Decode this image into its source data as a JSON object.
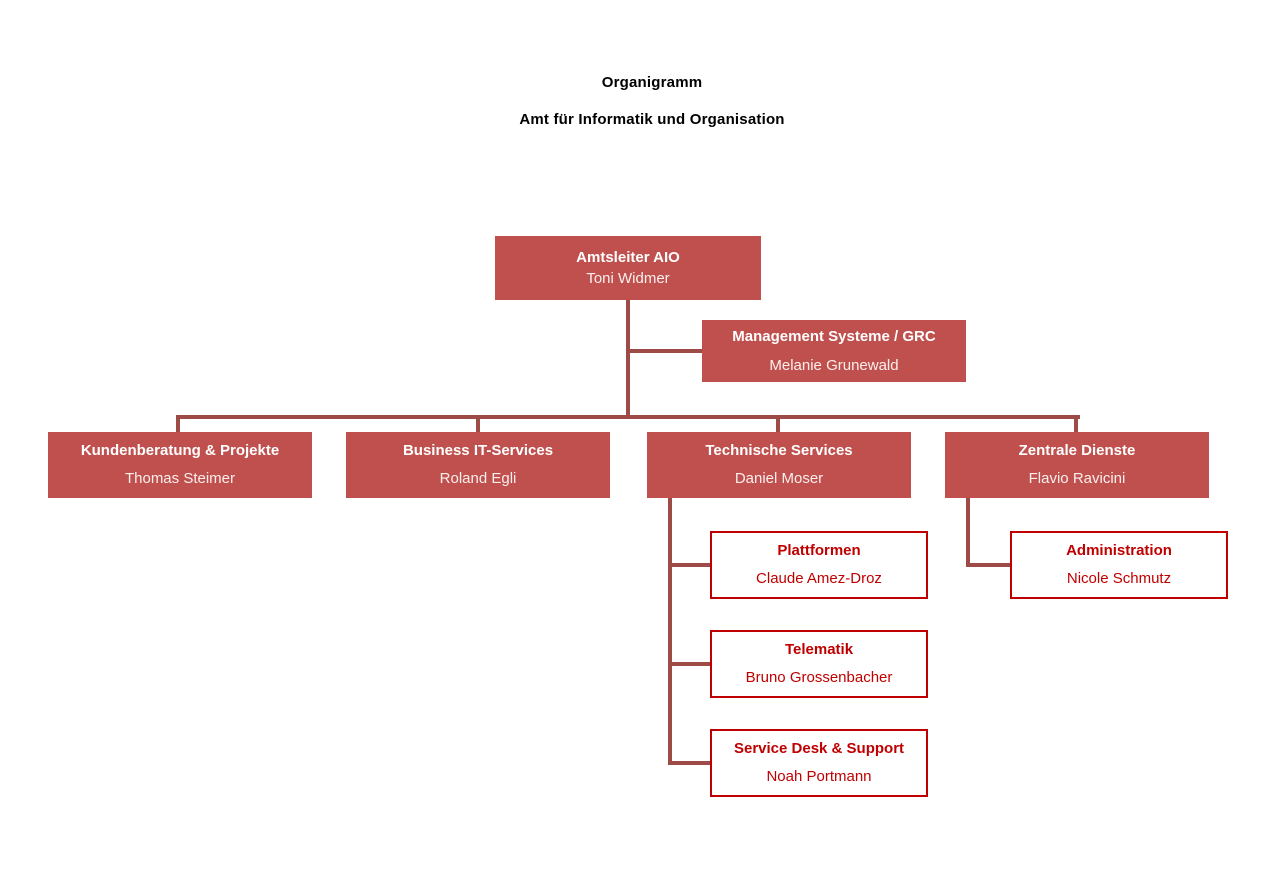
{
  "header": {
    "title": "Organigramm",
    "subtitle": "Amt für Informatik und Organisation"
  },
  "colors": {
    "box_fill": "#C0504D",
    "box_text": "#FFFFFF",
    "connector": "#9E4B47",
    "outline_border": "#C00000",
    "outline_text": "#C00000",
    "heading_text": "#000000",
    "background": "#FFFFFF"
  },
  "org": {
    "root": {
      "title": "Amtsleiter AIO",
      "name": "Toni Widmer"
    },
    "staff": {
      "title": "Management Systeme / GRC",
      "name": "Melanie Grunewald"
    },
    "departments": [
      {
        "title": "Kundenberatung & Projekte",
        "name": "Thomas Steimer"
      },
      {
        "title": "Business IT-Services",
        "name": "Roland Egli"
      },
      {
        "title": "Technische Services",
        "name": "Daniel Moser"
      },
      {
        "title": "Zentrale Dienste",
        "name": "Flavio Ravicini"
      }
    ],
    "technische_services_teams": [
      {
        "title": "Plattformen",
        "name": "Claude Amez-Droz"
      },
      {
        "title": "Telematik",
        "name": "Bruno Grossenbacher"
      },
      {
        "title": "Service Desk & Support",
        "name": "Noah Portmann"
      }
    ],
    "zentrale_dienste_teams": [
      {
        "title": "Administration",
        "name": "Nicole Schmutz"
      }
    ]
  }
}
